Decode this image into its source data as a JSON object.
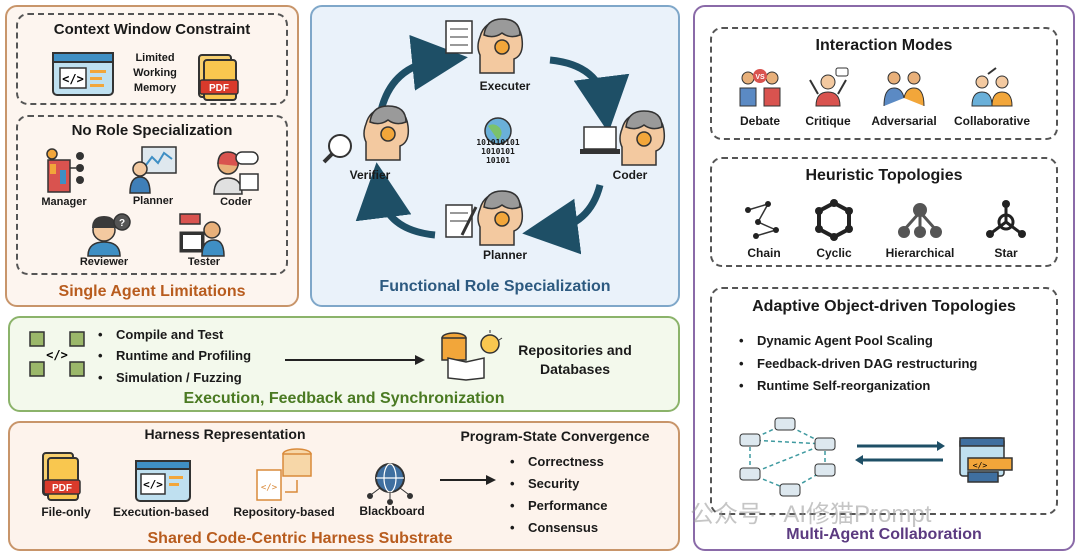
{
  "single_agent": {
    "caption": "Single Agent Limitations",
    "context": {
      "title": "Context Window Constraint",
      "memory_label": [
        "Limited",
        "Working",
        "Memory"
      ],
      "pdf_text": "PDF"
    },
    "no_role": {
      "title": "No Role Specialization",
      "roles": [
        "Manager",
        "Planner",
        "Coder",
        "Reviewer",
        "Tester"
      ]
    }
  },
  "functional": {
    "caption": "Functional Role Specialization",
    "roles": [
      "Executer",
      "Coder",
      "Planner",
      "Verifier"
    ],
    "binary": [
      "101010101",
      "1010101",
      "10101"
    ]
  },
  "execution": {
    "caption": "Execution, Feedback and Synchronization",
    "items": [
      "Compile and Test",
      "Runtime and Profiling",
      "Simulation / Fuzzing"
    ],
    "target": [
      "Repositories and",
      "Databases"
    ]
  },
  "substrate": {
    "caption": "Shared Code-Centric Harness Substrate",
    "harness_title": "Harness Representation",
    "harness_items": [
      "File-only",
      "Execution-based",
      "Repository-based",
      "Blackboard"
    ],
    "convergence_title": "Program-State Convergence",
    "convergence_items": [
      "Correctness",
      "Security",
      "Performance",
      "Consensus"
    ],
    "pdf_text": "PDF"
  },
  "multi_agent": {
    "caption": "Multi-Agent Collaboration",
    "interaction": {
      "title": "Interaction Modes",
      "modes": [
        "Debate",
        "Critique",
        "Adversarial",
        "Collaborative"
      ],
      "vs_text": "VS"
    },
    "heuristic": {
      "title": "Heuristic Topologies",
      "items": [
        "Chain",
        "Cyclic",
        "Hierarchical",
        "Star"
      ]
    },
    "adaptive": {
      "title": "Adaptive Object-driven Topologies",
      "items": [
        "Dynamic Agent Pool Scaling",
        "Feedback-driven DAG restructuring",
        "Runtime Self-reorganization"
      ]
    }
  },
  "watermark": "公众号 · AI修猫Prompt",
  "colors": {
    "single_border": "#c8956a",
    "single_fill": "#fdf5ef",
    "single_caption": "#b85c1e",
    "functional_border": "#7fa7c9",
    "functional_fill": "#eaf2fa",
    "functional_caption": "#2d5a80",
    "execution_border": "#8bb36a",
    "execution_fill": "#f3f9ec",
    "execution_caption": "#4a7a22",
    "substrate_border": "#c8956a",
    "substrate_fill": "#fdf3ec",
    "substrate_caption": "#b85c1e",
    "multi_border": "#8a6aa8",
    "multi_caption": "#5b3a80"
  }
}
